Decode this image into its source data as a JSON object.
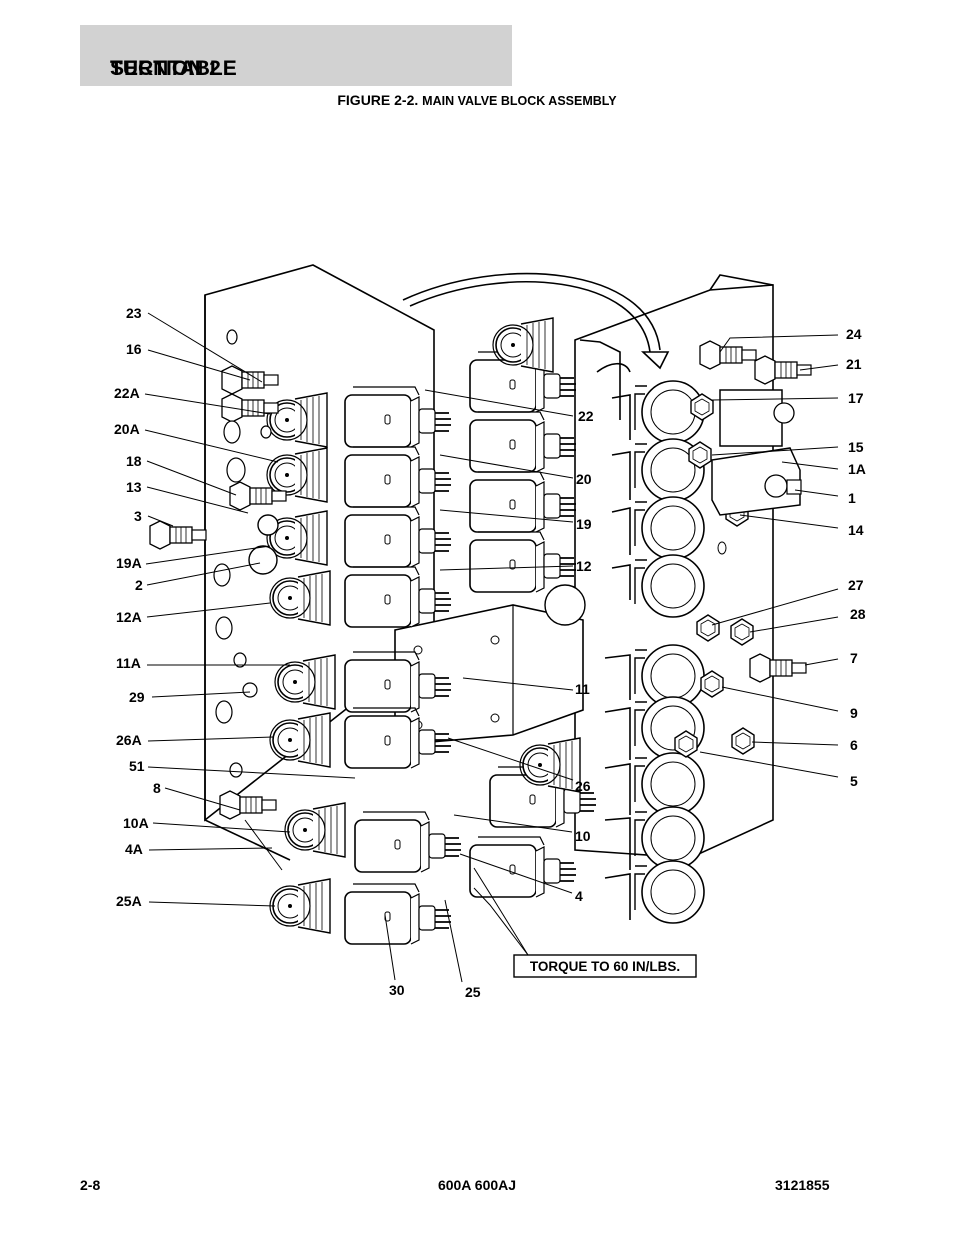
{
  "header": {
    "section": "SECTION 2",
    "title": "TURNTABLE"
  },
  "figure": {
    "number": "FIGURE 2-2.",
    "caption": "MAIN VALVE BLOCK ASSEMBLY"
  },
  "note": {
    "text": "TORQUE TO 60 IN/LBS."
  },
  "footer": {
    "page": "2-8",
    "model": "600A 600AJ",
    "doc_number": "3121855"
  },
  "callouts": {
    "c23": "23",
    "c16": "16",
    "c22A": "22A",
    "c20A": "20A",
    "c18": "18",
    "c13": "13",
    "c3": "3",
    "c19A": "19A",
    "c2": "2",
    "c12A": "12A",
    "c11A": "11A",
    "c29": "29",
    "c26A": "26A",
    "c51": "51",
    "c8": "8",
    "c10A": "10A",
    "c4A": "4A",
    "c25A": "25A",
    "c30": "30",
    "c25": "25",
    "c22": "22",
    "c20": "20",
    "c19": "19",
    "c12": "12",
    "c11": "11",
    "c26": "26",
    "c10": "10",
    "c4": "4",
    "c24": "24",
    "c21": "21",
    "c17": "17",
    "c15": "15",
    "c1A": "1A",
    "c1": "1",
    "c14": "14",
    "c27": "27",
    "c28": "28",
    "c7": "7",
    "c9": "9",
    "c6": "6",
    "c5": "5"
  }
}
